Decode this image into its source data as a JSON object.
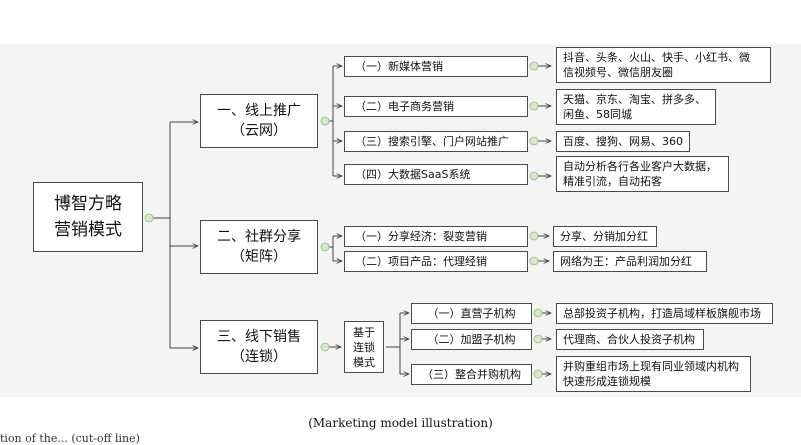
{
  "root": {
    "lines": [
      "博智方略",
      "营销模式"
    ]
  },
  "branches": [
    {
      "title": [
        "一、线上推广",
        "（云网）"
      ],
      "children": [
        {
          "label": "（一）新媒体营销",
          "detail": [
            "抖音、头条、火山、快手、小红书、微",
            "信视频号、微信朋友圈"
          ]
        },
        {
          "label": "（二）电子商务营销",
          "detail": [
            "天猫、京东、淘宝、拼多多、",
            "闲鱼、58同城"
          ]
        },
        {
          "label": "（三）搜索引擎、门户网站推广",
          "detail": [
            "百度、搜狗、网易、360"
          ]
        },
        {
          "label": "（四）大数据SaaS系统",
          "detail": [
            "自动分析各行各业客户大数据，",
            "精准引流，自动拓客"
          ]
        }
      ]
    },
    {
      "title": [
        "二、社群分享",
        "（矩阵）"
      ],
      "children": [
        {
          "label": "（一）分享经济：裂变营销",
          "detail": [
            "分享、分销加分红"
          ]
        },
        {
          "label": "（二）项目产品：代理经销",
          "detail": [
            "网络为王：产品利润加分红"
          ]
        }
      ]
    },
    {
      "title": [
        "三、线下销售",
        "（连锁）"
      ],
      "mid": [
        "基于",
        "连锁",
        "模式"
      ],
      "children": [
        {
          "label": "（一）直营子机构",
          "detail": [
            "总部投资子机构，打造局域样板旗舰市场"
          ]
        },
        {
          "label": "（二）加盟子机构",
          "detail": [
            "代理商、合伙人投资子机构"
          ]
        },
        {
          "label": "（三）整合并购机构",
          "detail": [
            "并购重组市场上现有同业领域内机构",
            "快速形成连锁规模"
          ]
        }
      ]
    }
  ],
  "caption": "(Marketing model illustration)",
  "clipped_text": "tion of the... (cut-off line)"
}
